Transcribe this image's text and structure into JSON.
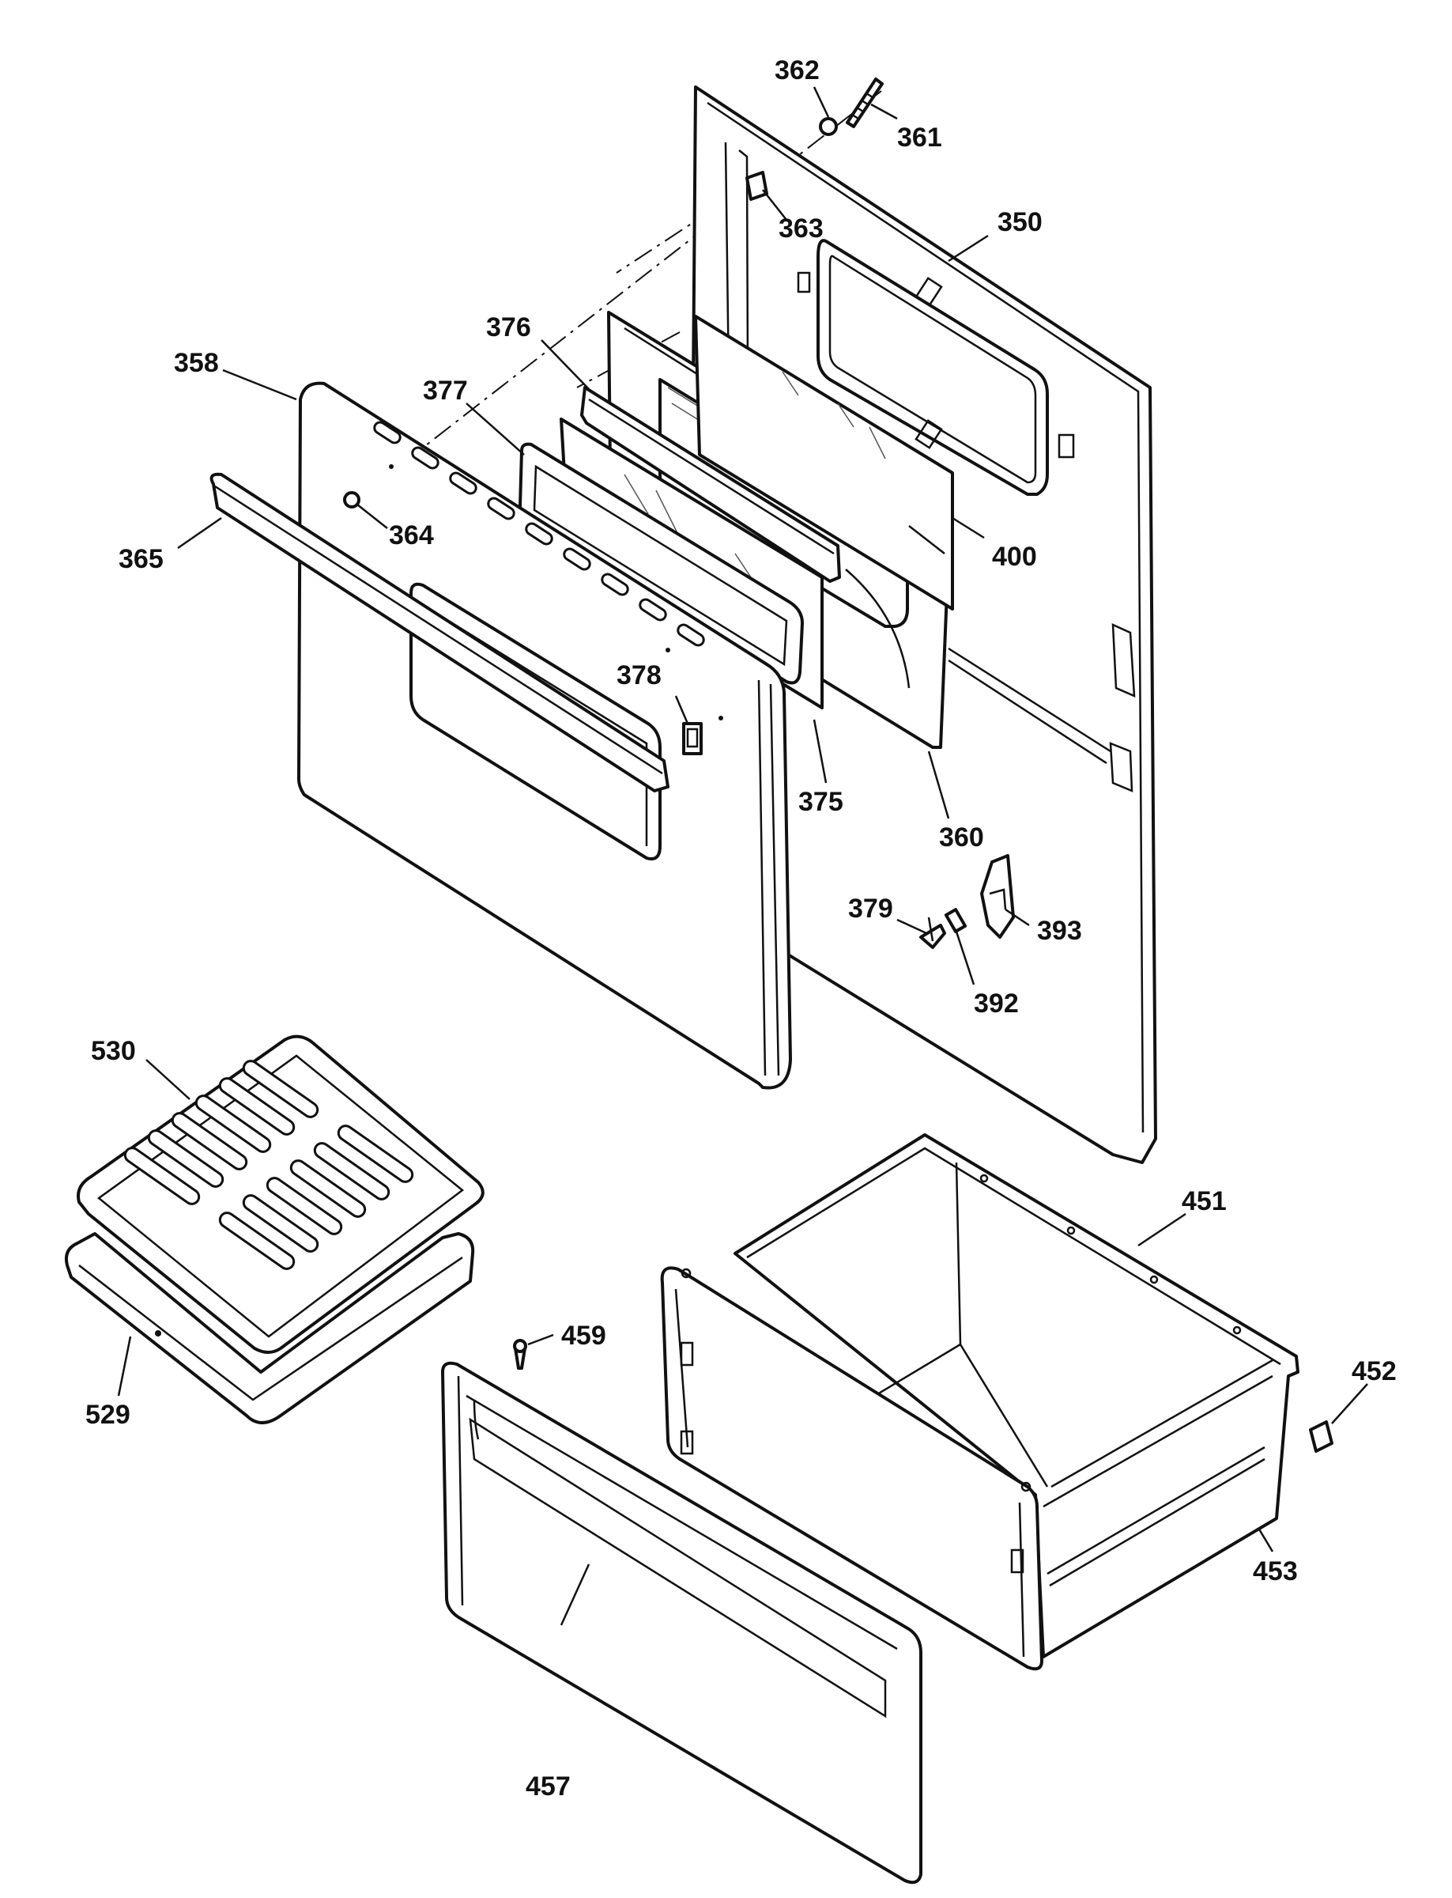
{
  "labels": {
    "p350": "350",
    "p358": "358",
    "p360": "360",
    "p361": "361",
    "p362": "362",
    "p363": "363",
    "p364": "364",
    "p365": "365",
    "p375": "375",
    "p376": "376",
    "p377": "377",
    "p378": "378",
    "p379": "379",
    "p392": "392",
    "p393": "393",
    "p400": "400",
    "p451": "451",
    "p452": "452",
    "p453": "453",
    "p457": "457",
    "p459": "459",
    "p529": "529",
    "p530": "530"
  }
}
